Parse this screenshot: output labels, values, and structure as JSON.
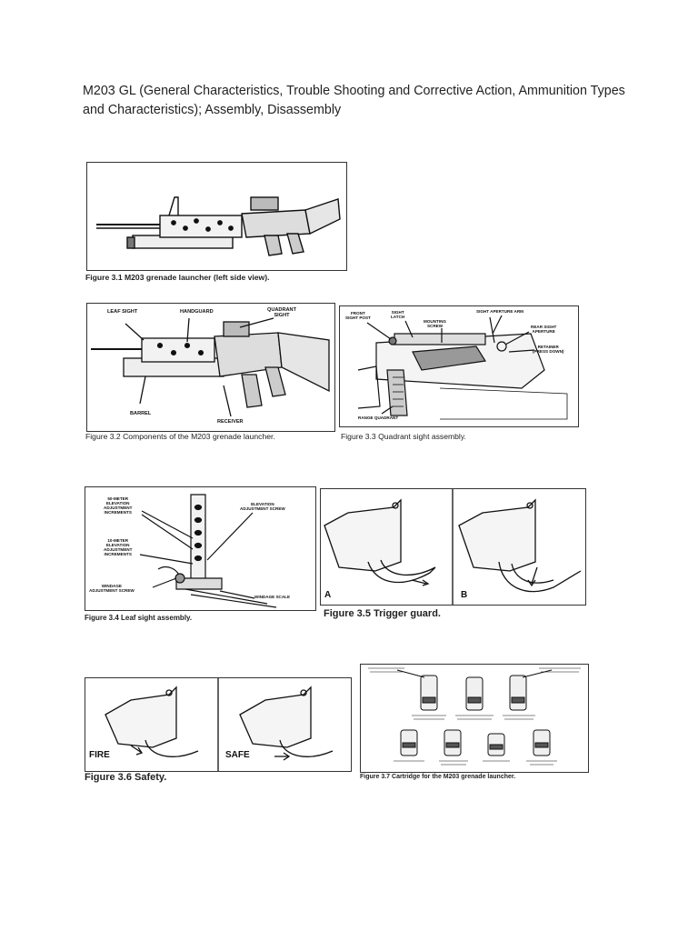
{
  "heading": "M203 GL  (General Characteristics, Trouble Shooting and Corrective Action, Ammunition Types and Characteristics); Assembly, Disassembly",
  "figures": {
    "fig31": {
      "caption": "Figure 3.1 M203 grenade launcher (left side view)."
    },
    "fig32": {
      "caption": "Figure 3.2 Components of the M203 grenade launcher.",
      "labels": {
        "leaf_sight": "LEAF SIGHT",
        "handguard": "HANDGUARD",
        "quadrant_sight": "QUADRANT\nSIGHT",
        "barrel": "BARREL",
        "receiver": "RECEIVER"
      }
    },
    "fig33": {
      "caption": "Figure 3.3 Quadrant sight assembly.",
      "labels": {
        "front_sight_post": "FRONT\nSIGHT POST",
        "sight_latch": "SIGHT\nLATCH",
        "mounting_screw": "MOUNTING\nSCREW",
        "sight_aperture_arm": "SIGHT APERTURE ARM",
        "rear_sight_aperture": "REAR SIGHT\nAPERTURE",
        "retainer": "RETAINER\n(PRESS DOWN)",
        "range_quadrant": "RANGE QUADRANT"
      }
    },
    "fig34": {
      "caption": "Figure 3.4 Leaf sight assembly.",
      "labels": {
        "fifty_meter": "50-METER\nELEVATION\nADJUSTMENT\nINCREMENTS",
        "elevation_screw": "ELEVATION\nADJUSTMENT SCREW",
        "ten_meter": "10-METER\nELEVATION\nADJUSTMENT\nINCREMENTS",
        "windage_screw": "WINDAGE\nADJUSTMENT SCREW",
        "windage_scale": "WINDAGE SCALE"
      }
    },
    "fig35": {
      "caption": "Figure 3.5 Trigger guard.",
      "labels": {
        "a": "A",
        "b": "B"
      }
    },
    "fig36": {
      "caption": "Figure 3.6 Safety.",
      "labels": {
        "fire": "FIRE",
        "safe": "SAFE"
      }
    },
    "fig37": {
      "caption": "Figure 3.7 Cartridge for the M203 grenade launcher."
    }
  }
}
